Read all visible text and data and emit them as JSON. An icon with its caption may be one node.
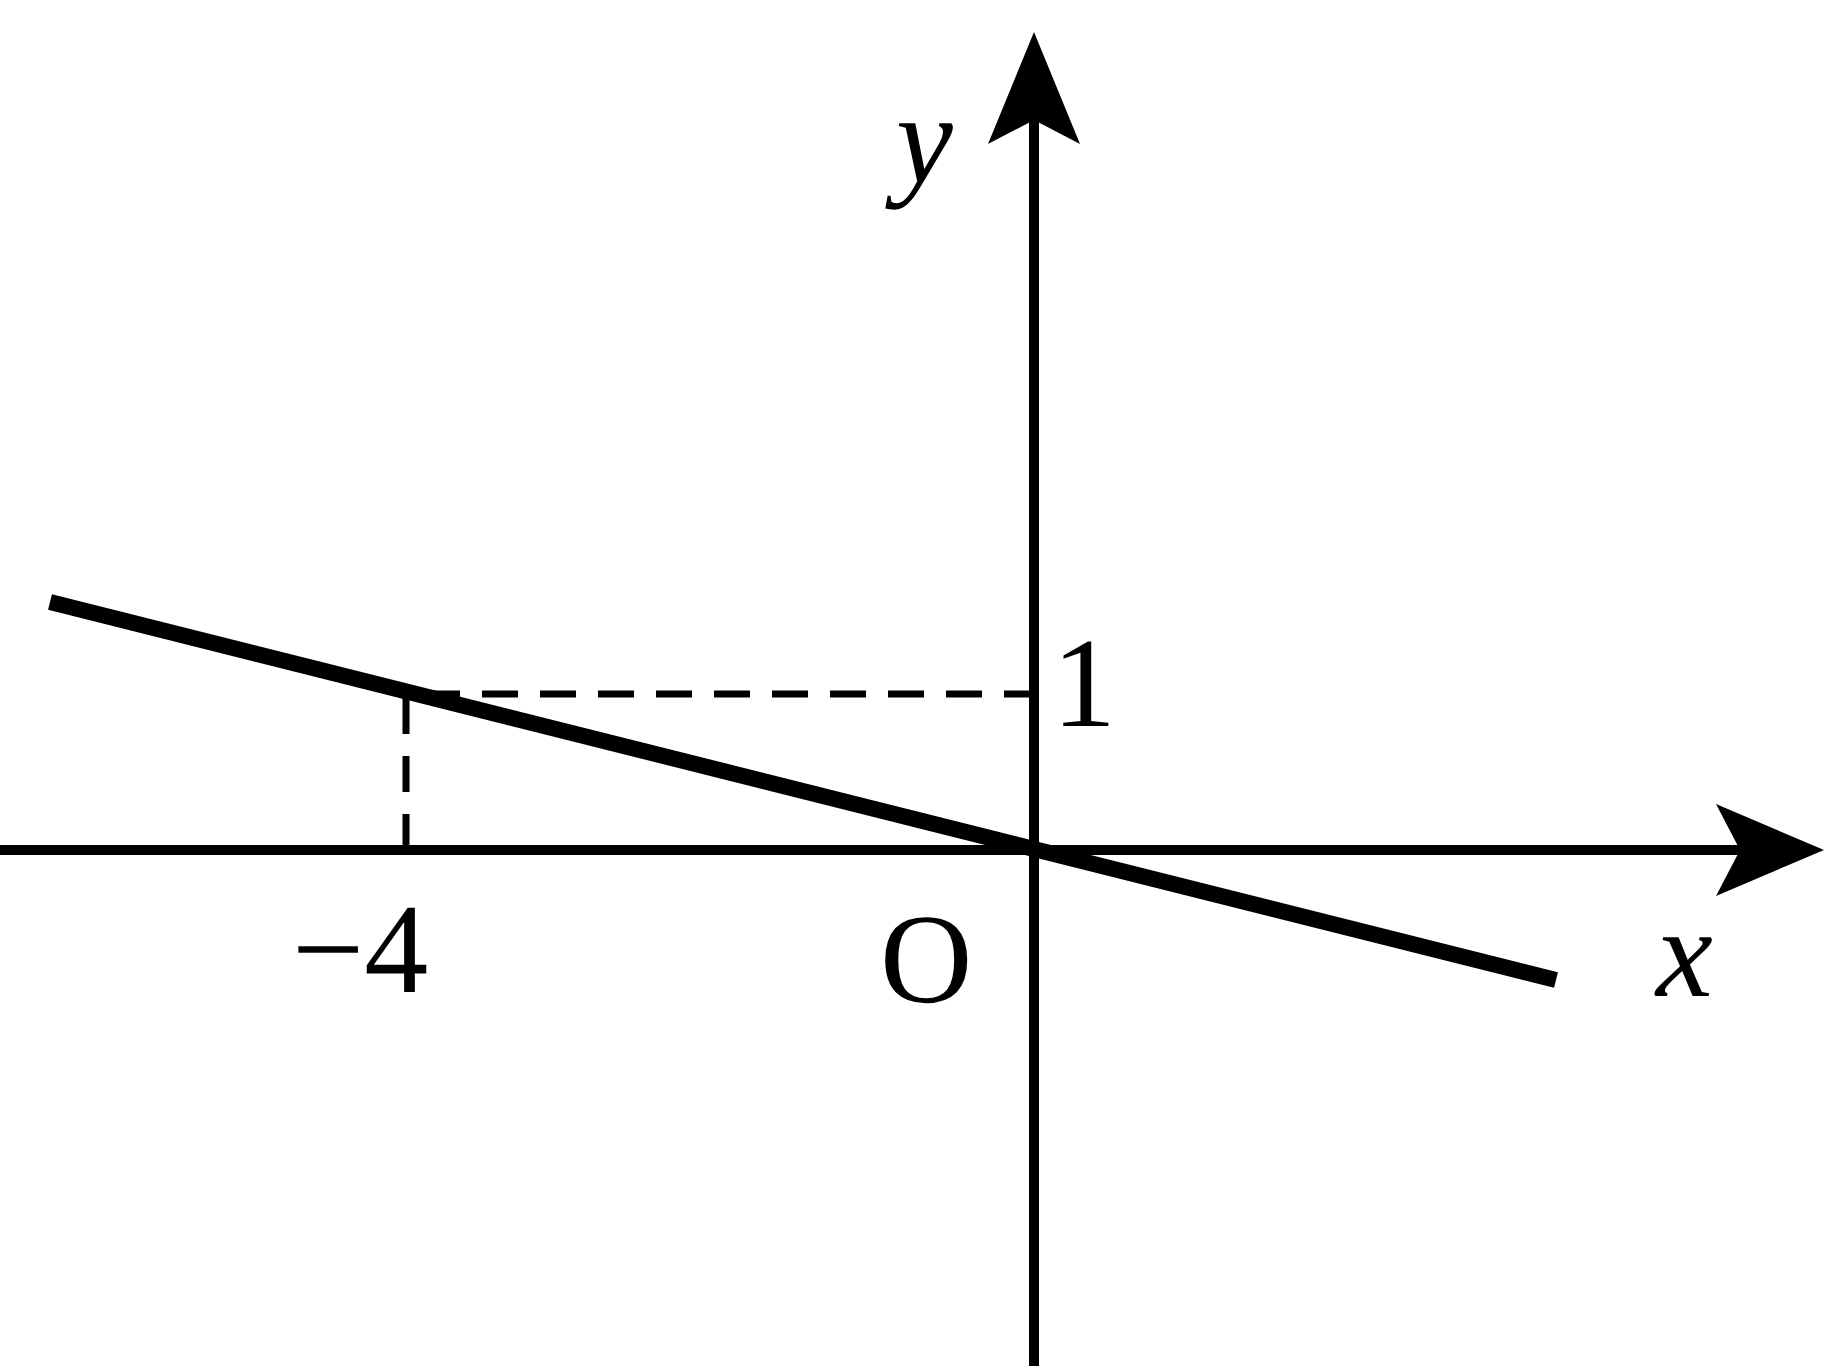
{
  "diagram": {
    "labels": [
      "y",
      "1",
      "−4",
      "O",
      "x"
    ]
  }
}
